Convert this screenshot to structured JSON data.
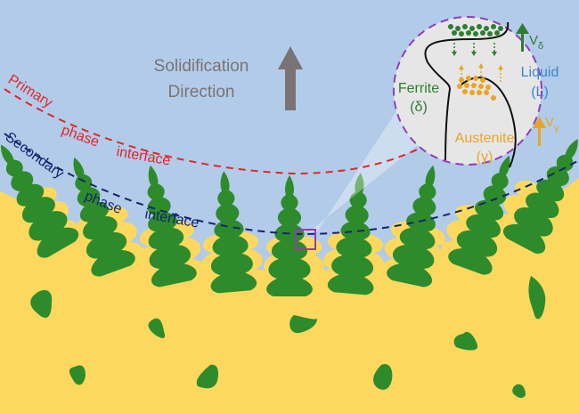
{
  "colors": {
    "liquid": "#b2cbe9",
    "austenite": "#fcd95e",
    "ferrite": "#2e8b2b",
    "ferrite_faded": "#8fb78a",
    "primary_interface": "#e0262b",
    "secondary_interface": "#13256b",
    "inset_border": "#8f3fb5",
    "inset_bg": "#e6e6e6",
    "arrow": "#7a7373",
    "title_text": "#7a7373",
    "ferrite_label": "#2e7d32",
    "liquid_label": "#3a86d1",
    "austenite_label": "#e9a522"
  },
  "labels": {
    "direction_line1": "Solidification",
    "direction_line2": "Direction",
    "primary": [
      "Primary",
      "phase",
      "interface"
    ],
    "secondary": [
      "Secondary",
      "phase",
      "interface"
    ]
  },
  "inset": {
    "ferrite": "Ferrite",
    "ferrite_symbol": "(δ)",
    "liquid": "Liquid",
    "liquid_symbol": "(L)",
    "austenite": "Austenite",
    "austenite_symbol": "(γ)",
    "v_delta": "V",
    "v_delta_sub": "δ",
    "v_gamma": "V",
    "v_gamma_sub": "γ"
  }
}
